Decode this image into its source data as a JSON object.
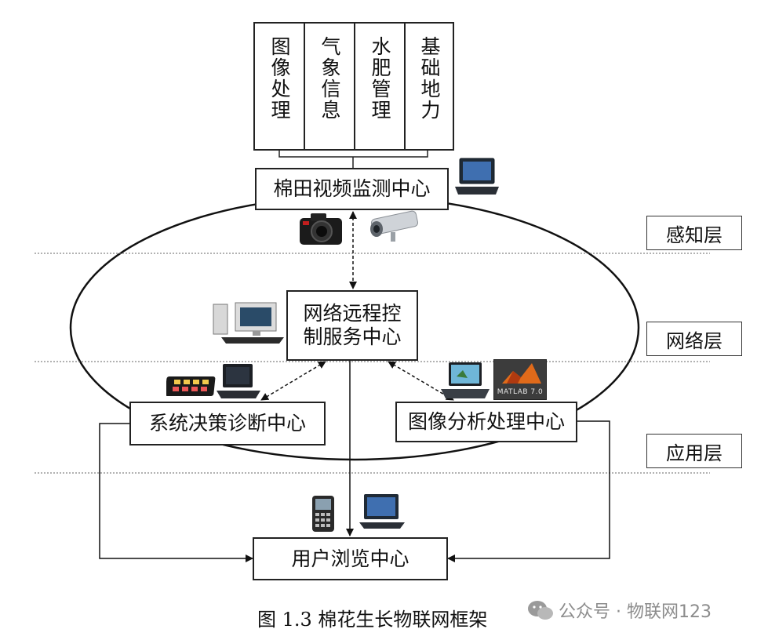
{
  "top_boxes": [
    "图像处理",
    "气象信息",
    "水肥管理",
    "基础地力"
  ],
  "nodes": {
    "monitor": "棉田视频监测中心",
    "remote_line1": "网络远程控",
    "remote_line2": "制服务中心",
    "decision": "系统决策诊断中心",
    "image_analysis": "图像分析处理中心",
    "user": "用户浏览中心"
  },
  "layers": [
    "感知层",
    "网络层",
    "应用层"
  ],
  "caption": "图 1.3  棉花生长物联网框架",
  "watermark": "公众号 · 物联网123",
  "matlab_label": "MATLAB 7.0",
  "icons": [
    "laptop-icon",
    "camera-icon",
    "cctv-camera-icon",
    "desktop-computer-icon",
    "tablet-icon",
    "mobile-phone-icon",
    "matlab-logo-icon",
    "wechat-logo-icon"
  ]
}
